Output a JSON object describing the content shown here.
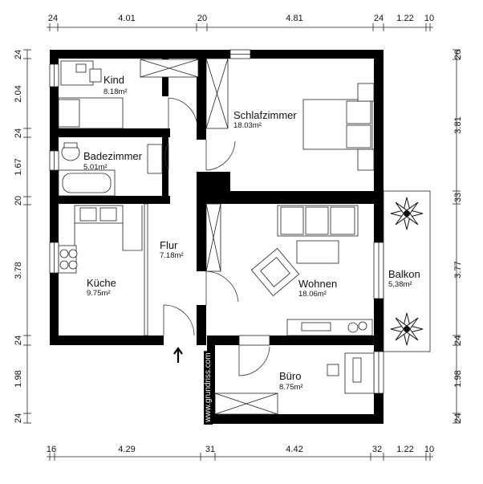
{
  "dimensions": {
    "top": [
      "24",
      "4.01",
      "20",
      "4.81",
      "24",
      "1.22",
      "10"
    ],
    "bottom": [
      "16",
      "4.29",
      "31",
      "4.42",
      "32",
      "1.22",
      "10"
    ],
    "left": [
      "24",
      "2.04",
      "24",
      "1.67",
      "20",
      "3.78",
      "24",
      "1.98",
      "24"
    ],
    "right": [
      "26",
      "3.81",
      "33",
      "3.77",
      "24",
      "1.98",
      "24"
    ]
  },
  "rooms": {
    "kind": {
      "name": "Kind",
      "area": "8.18m²"
    },
    "schlafzimmer": {
      "name": "Schlafzimmer",
      "area": "18.03m²"
    },
    "badezimmer": {
      "name": "Badezimmer",
      "area": "5.01m²"
    },
    "flur": {
      "name": "Flur",
      "area": "7.18m²"
    },
    "kueche": {
      "name": "Küche",
      "area": "9.75m²"
    },
    "wohnen": {
      "name": "Wohnen",
      "area": "18.06m²"
    },
    "balkon": {
      "name": "Balkon",
      "area": "5,38m²"
    },
    "buero": {
      "name": "Büro",
      "area": "8.75m²"
    }
  },
  "watermark": "www.grundriss.com"
}
